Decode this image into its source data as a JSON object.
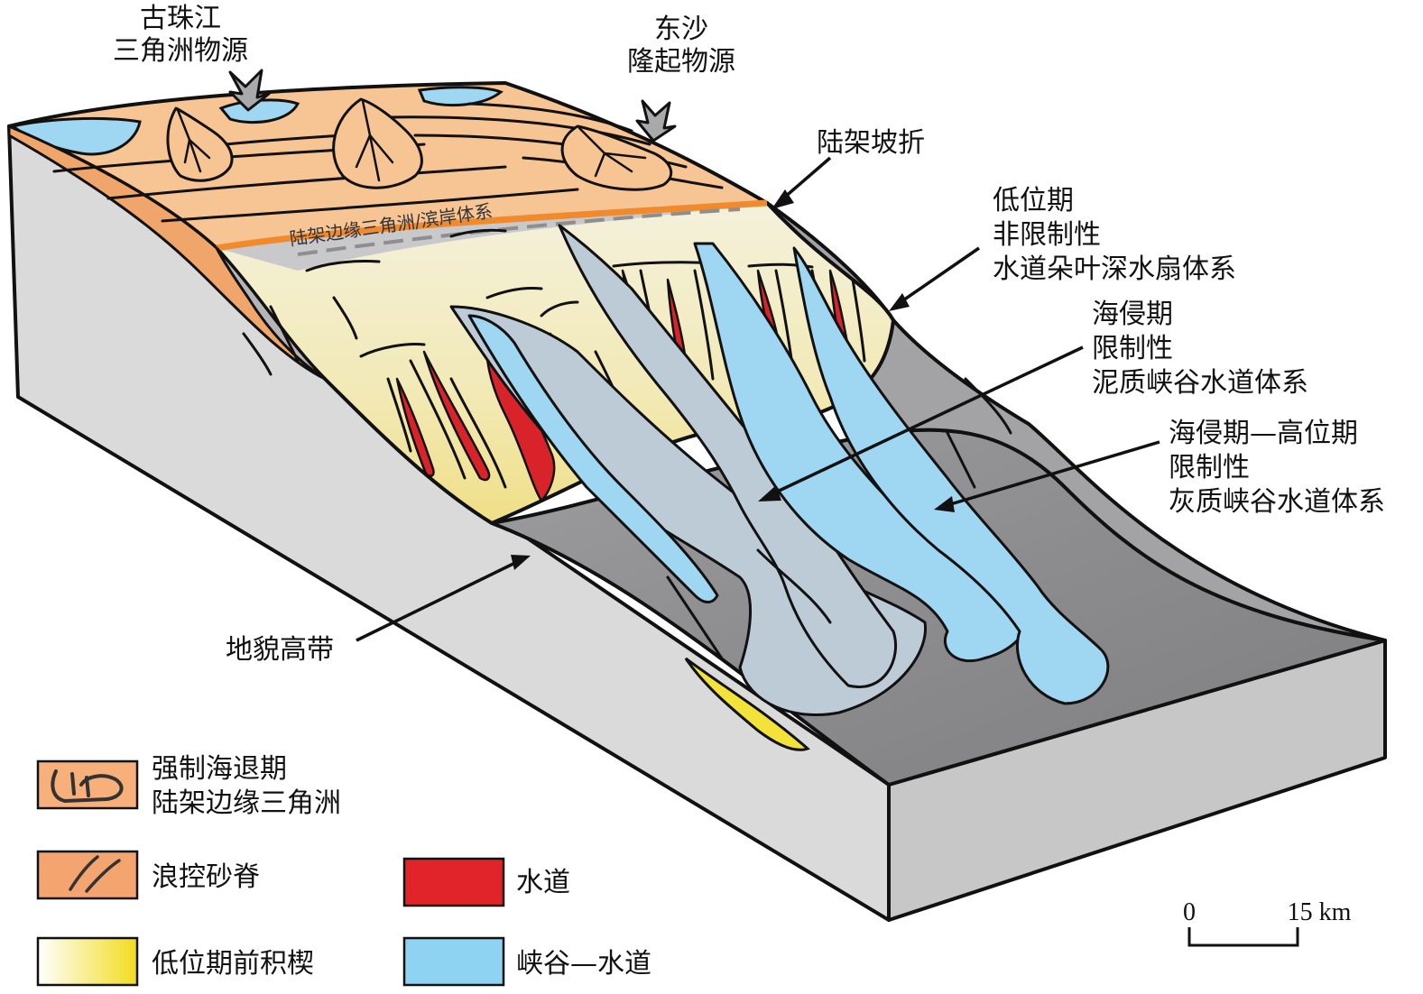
{
  "labels": {
    "source_pearl": [
      "古珠江",
      "三角洲物源"
    ],
    "source_dongsha": [
      "东沙",
      "隆起物源"
    ],
    "shelf_break": "陆架坡折",
    "shelf_margin_system": "陆架边缘三角洲/滨岸体系",
    "lowstand_fan": [
      "低位期",
      "非限制性",
      "水道朵叶深水扇体系"
    ],
    "transgressive_mud": [
      "海侵期",
      "限制性",
      "泥质峡谷水道体系"
    ],
    "transgressive_highstand_lime": [
      "海侵期—高位期",
      "限制性",
      "灰质峡谷水道体系"
    ],
    "topographic_high": "地貌高带"
  },
  "legend": [
    {
      "label": [
        "强制海退期",
        "陆架边缘三角洲"
      ],
      "color": "#f7b07a"
    },
    {
      "label": [
        "浪控砂脊"
      ],
      "color": "#f4a46f"
    },
    {
      "label": [
        "低位期前积楔"
      ],
      "color": "#f2e23a"
    },
    {
      "label": [
        "水道"
      ],
      "color": "#e0242a"
    },
    {
      "label": [
        "峡谷—水道"
      ],
      "color": "#8fd3f2"
    }
  ],
  "scale": {
    "zero": "0",
    "max": "15 km"
  },
  "colors": {
    "delta": "#f7c494",
    "block_side": "#d9d9da",
    "deep_basin": "#8a8a8c",
    "canyon": "#9fd6f1",
    "channel": "#d8232a",
    "wedge": "#f3eab8",
    "shelf_edge": "#f08a2c"
  }
}
